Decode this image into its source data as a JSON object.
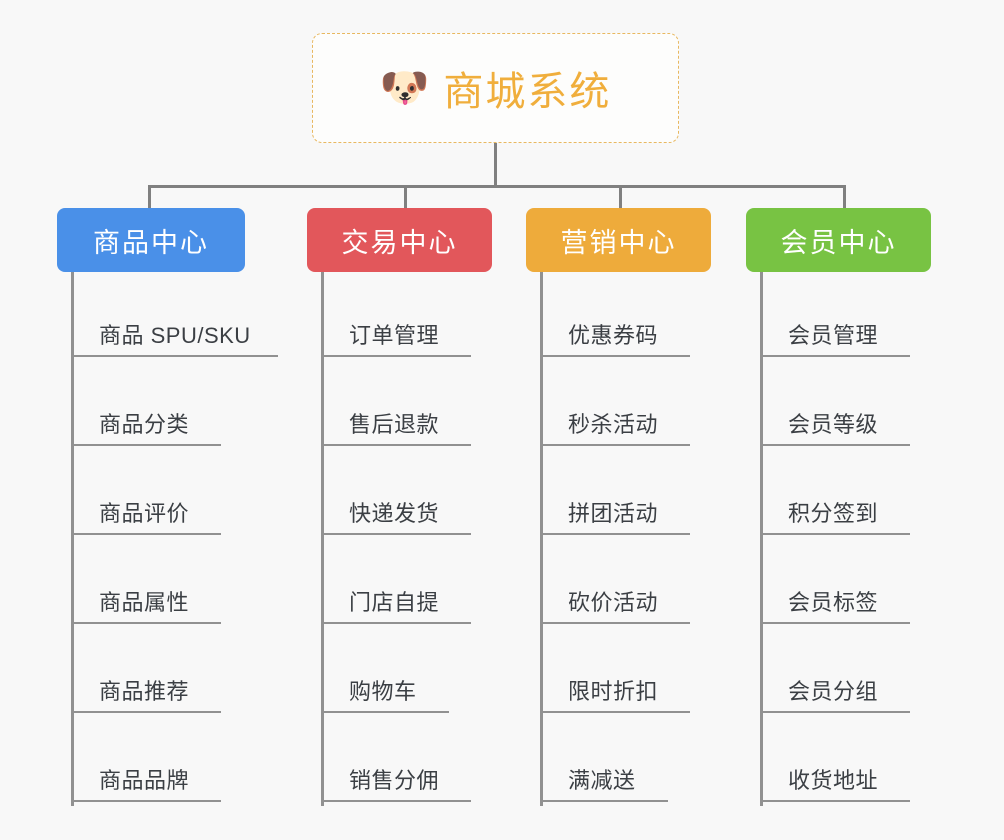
{
  "canvas": {
    "background": "#f8f8f8",
    "connector_color": "#808080"
  },
  "root": {
    "icon": "🐶",
    "icon_name": "shiba-dog-icon",
    "title": "商城系统",
    "text_color": "#f0ae3c",
    "border_color": "#e8b860"
  },
  "categories": [
    {
      "label": "商品中心",
      "color": "#4a90e8",
      "items": [
        "商品 SPU/SKU",
        "商品分类",
        "商品评价",
        "商品属性",
        "商品推荐",
        "商品品牌"
      ]
    },
    {
      "label": "交易中心",
      "color": "#e2575b",
      "items": [
        "订单管理",
        "售后退款",
        "快递发货",
        "门店自提",
        "购物车",
        "销售分佣"
      ]
    },
    {
      "label": "营销中心",
      "color": "#eeab3b",
      "items": [
        "优惠券码",
        "秒杀活动",
        "拼团活动",
        "砍价活动",
        "限时折扣",
        "满减送"
      ]
    },
    {
      "label": "会员中心",
      "color": "#78c343",
      "items": [
        "会员管理",
        "会员等级",
        "积分签到",
        "会员标签",
        "会员分组",
        "收货地址"
      ]
    }
  ]
}
